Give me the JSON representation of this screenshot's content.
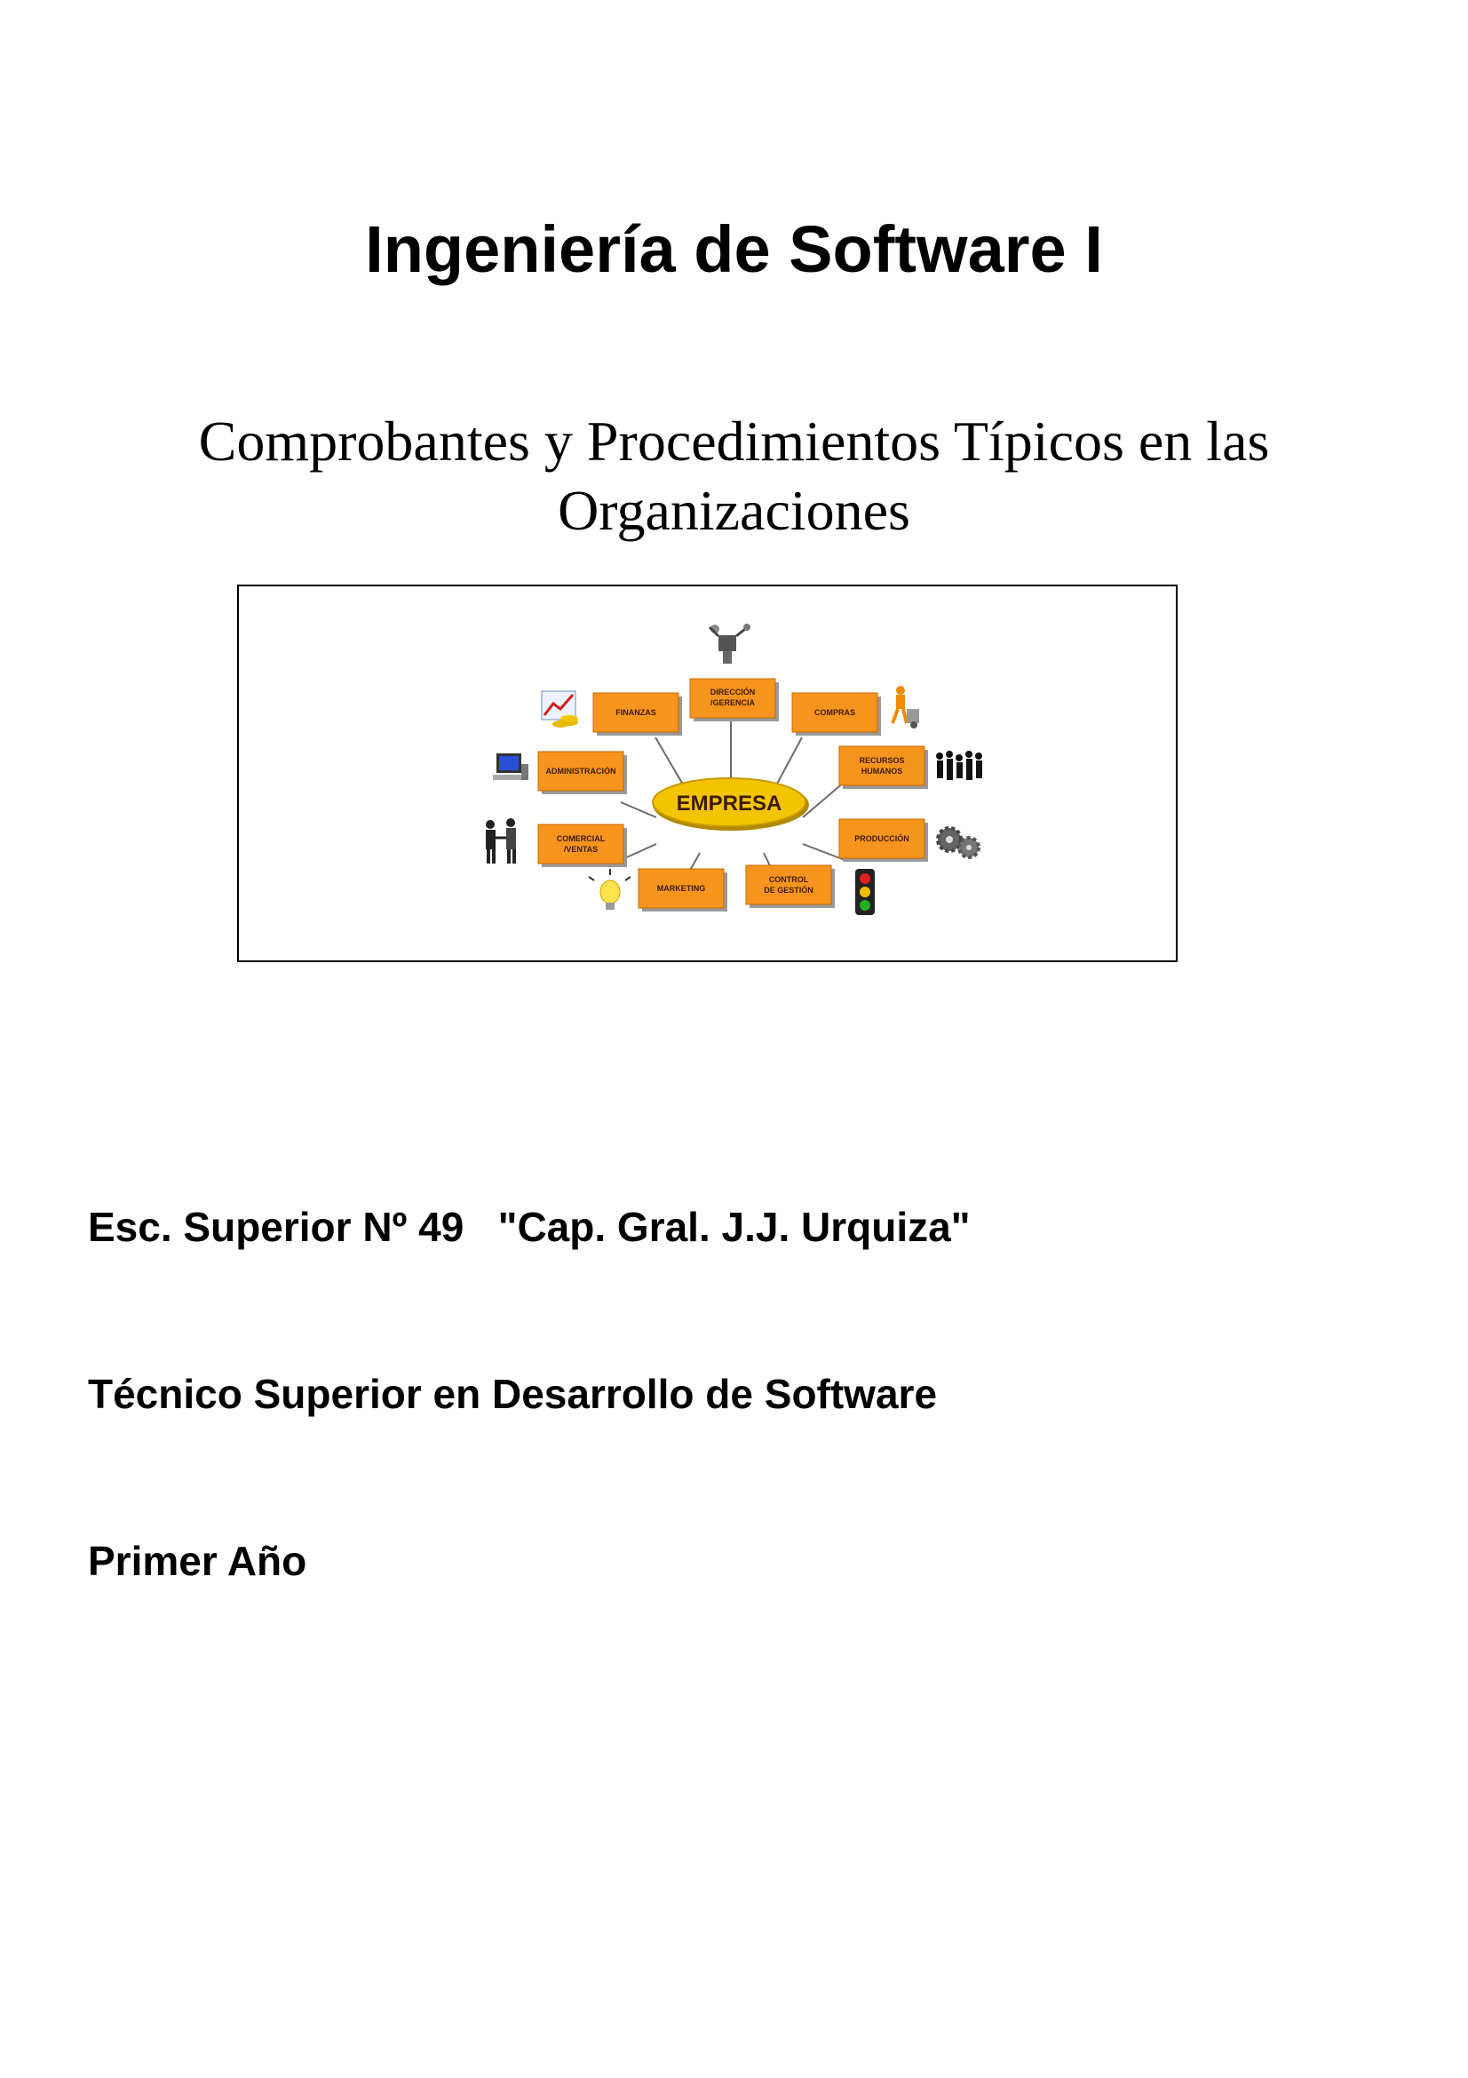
{
  "document": {
    "title": "Ingeniería de Software I",
    "subtitle_line1": "Comprobantes y Procedimientos Típicos en las",
    "subtitle_line2": "Organizaciones",
    "school": "Esc. Superior Nº 49   \"Cap. Gral. J.J. Urquiza\"",
    "career": "Técnico Superior en Desarrollo de Software",
    "year": "Primer Año"
  },
  "diagram": {
    "center": "EMPRESA",
    "nodes": {
      "direccion_1": "DIRECCIÓN",
      "direccion_2": "/GERENCIA",
      "finanzas": "FINANZAS",
      "compras": "COMPRAS",
      "administracion": "ADMINISTRACIÓN",
      "rrhh_1": "RECURSOS",
      "rrhh_2": "HUMANOS",
      "comercial_1": "COMERCIAL",
      "comercial_2": "/VENTAS",
      "produccion": "PRODUCCIÓN",
      "marketing": "MARKETING",
      "control_1": "CONTROL",
      "control_2": "DE GESTIÓN"
    },
    "colors": {
      "box": "#f7941d",
      "ellipse": "#f5c400",
      "line": "#6b6b6b"
    },
    "icons": [
      "robot-icon",
      "chart-icon",
      "worker-icon",
      "computer-icon",
      "people-icon",
      "handshake-icon",
      "gears-icon",
      "lightbulb-icon",
      "traffic-light-icon"
    ]
  }
}
